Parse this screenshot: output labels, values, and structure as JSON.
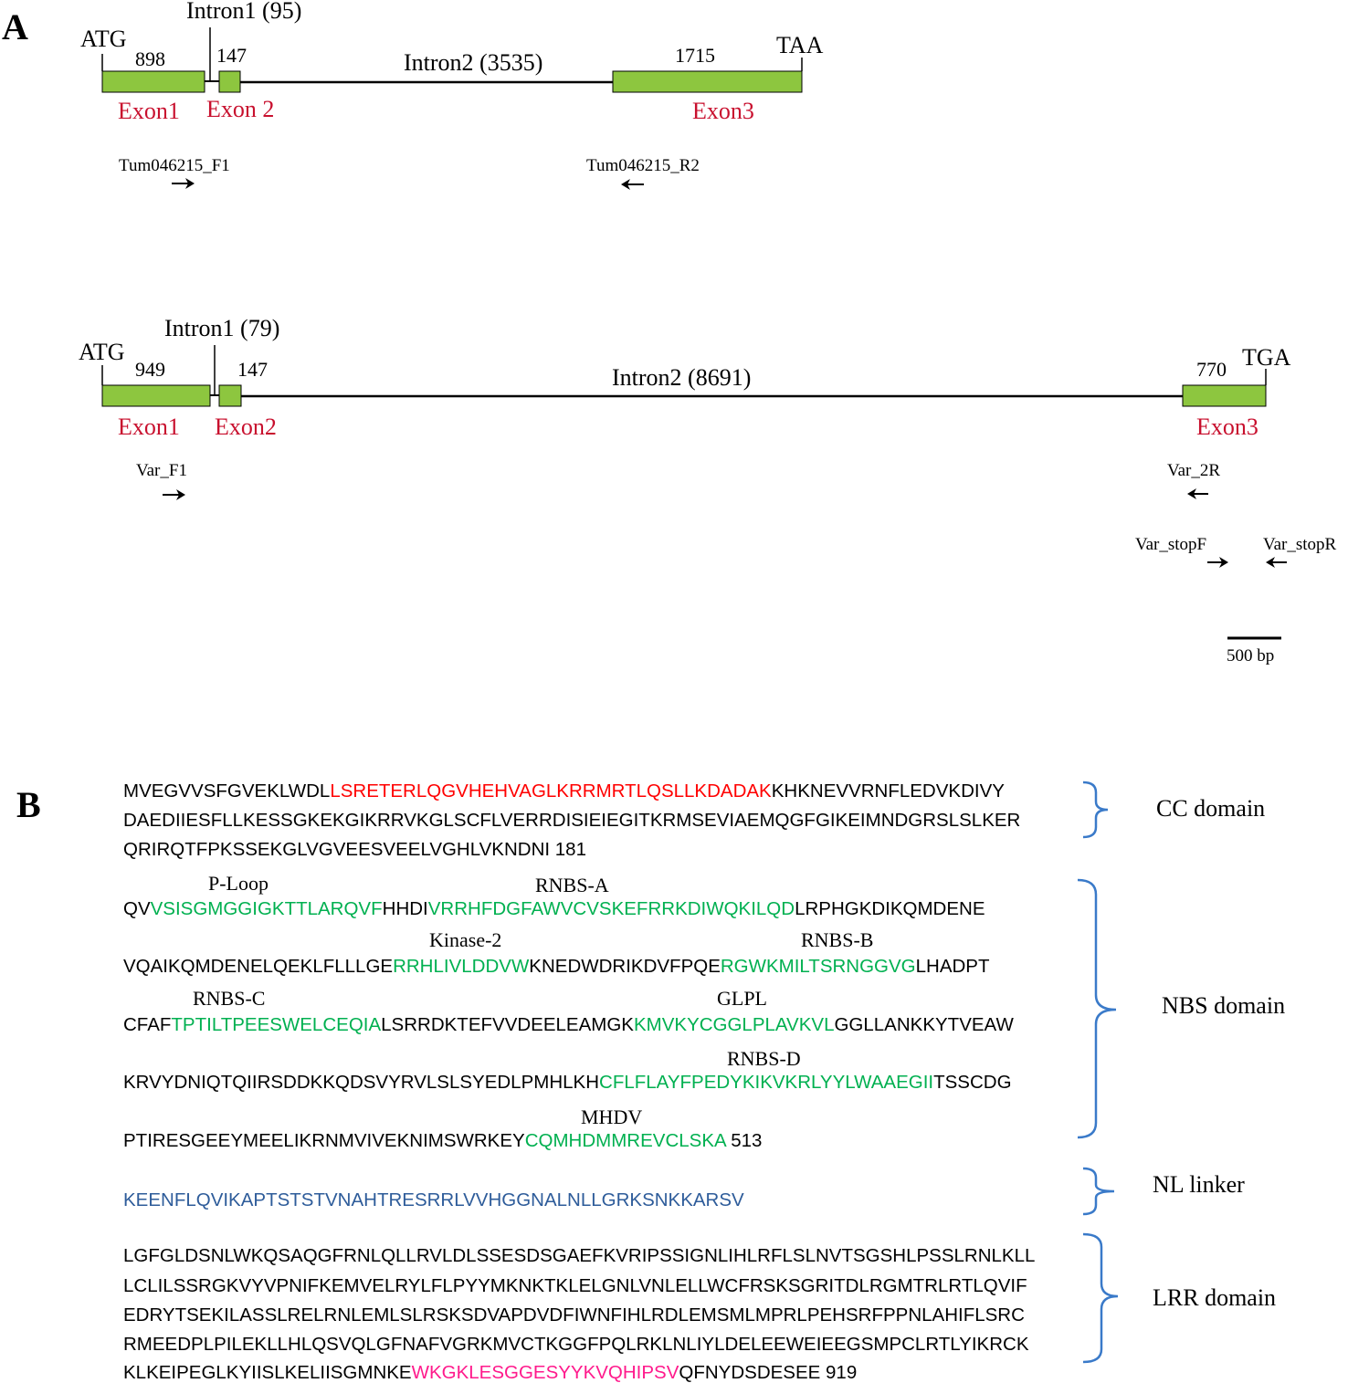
{
  "panel_a": {
    "label": "A",
    "gene1": {
      "start_codon": "ATG",
      "stop_codon": "TAA",
      "exon1": {
        "name": "Exon1",
        "length": "898"
      },
      "exon2": {
        "name": "Exon 2",
        "length": "147"
      },
      "exon3": {
        "name": "Exon3",
        "length": "1715"
      },
      "intron1": "Intron1 (95)",
      "intron2": "Intron2 (3535)",
      "primer_f": "Tum046215_F1",
      "primer_r": "Tum046215_R2"
    },
    "gene2": {
      "start_codon": "ATG",
      "stop_codon": "TGA",
      "exon1": {
        "name": "Exon1",
        "length": "949"
      },
      "exon2": {
        "name": "Exon2",
        "length": "147"
      },
      "exon3": {
        "name": "Exon3",
        "length": "770"
      },
      "intron1": "Intron1 (79)",
      "intron2": "Intron2 (8691)",
      "primer_f": "Var_F1",
      "primer_r": "Var_2R",
      "primer_stop_f": "Var_stopF",
      "primer_stop_r": "Var_stopR"
    },
    "scale_bar": "500 bp",
    "colors": {
      "exon_fill": "#8dc63f",
      "exon_label": "#c8102e"
    }
  },
  "panel_b": {
    "label": "B",
    "colors": {
      "black": "#000000",
      "cc_red": "#ff0000",
      "motif_green": "#00b050",
      "linker_blue": "#2e5c9a",
      "lrr_pink": "#ff1a8c",
      "bracket": "#3a7ac9"
    },
    "domains": {
      "cc": "CC domain",
      "nbs": "NBS domain",
      "nl": "NL linker",
      "lrr": "LRR domain"
    },
    "motifs": {
      "ploop": "P-Loop",
      "rnbsa": "RNBS-A",
      "kinase2": "Kinase-2",
      "rnbsb": "RNBS-B",
      "rnbsc": "RNBS-C",
      "glpl": "GLPL",
      "rnbsd": "RNBS-D",
      "mhdv": "MHDV"
    },
    "lines": {
      "cc1": [
        {
          "t": "MVEGVVSFGVEKLWDL",
          "c": "black"
        },
        {
          "t": "LSRETERLQGVHEHVAGLKRRMRTLQSLLKDADAK",
          "c": "red"
        },
        {
          "t": "KHKNEVVRNFLEDVKDIVY",
          "c": "black"
        }
      ],
      "cc2": [
        {
          "t": "DAEDIIESFLLKESSGKEKGIKRRVKGLSCFLVERRDISIEIEGITKRMSEVIAEMQGFGIKEIMNDGRSLSLKER",
          "c": "black"
        }
      ],
      "cc3": [
        {
          "t": "QRIRQTFPKSSEKGLVGVEESVEELVGHLVKNDNI 181",
          "c": "black"
        }
      ],
      "nbs1": [
        {
          "t": "QV",
          "c": "black"
        },
        {
          "t": "VSISGMGGIGKTTLARQVF",
          "c": "green"
        },
        {
          "t": "HHDI",
          "c": "black"
        },
        {
          "t": "VRRHFDGFAWVCVSKEFRRKDIWQKILQD",
          "c": "green"
        },
        {
          "t": "LRPHGKDIKQMDENE",
          "c": "black"
        }
      ],
      "nbs2": [
        {
          "t": "VQAIKQMDENELQEKLFLLLGE",
          "c": "black"
        },
        {
          "t": "RRHLIVLDDVW",
          "c": "green"
        },
        {
          "t": "KNEDWDRIKDVFPQE",
          "c": "black"
        },
        {
          "t": "RGWKMILTSRNGGVG",
          "c": "green"
        },
        {
          "t": "LHADPT",
          "c": "black"
        }
      ],
      "nbs3": [
        {
          "t": "CFAF",
          "c": "black"
        },
        {
          "t": "TPTILTPEESWELCEQIA",
          "c": "green"
        },
        {
          "t": "LSRRDKTEFVVDEELEAMGK",
          "c": "black"
        },
        {
          "t": "KMVKYCGGLPLAVKVL",
          "c": "green"
        },
        {
          "t": "GGLLANKKYTVEAW",
          "c": "black"
        }
      ],
      "nbs4": [
        {
          "t": "KRVYDNIQTQIIRSDDKKQDSVYRVLSLSYEDLPMHLKH",
          "c": "black"
        },
        {
          "t": "CFLFLAYFPEDYKIKVKRLYYLWAAEGII",
          "c": "green"
        },
        {
          "t": "TSSCDG",
          "c": "black"
        }
      ],
      "nbs5": [
        {
          "t": "PTIRESGEEYMEELIKRNMVIVEKNIMSWRKEY",
          "c": "black"
        },
        {
          "t": "CQMHDMMREVCLSKA",
          "c": "green"
        },
        {
          "t": " 513",
          "c": "black"
        }
      ],
      "nl1": [
        {
          "t": "KEENFLQVIKAPTSTSTVNAHTRESRRLVVHGGNALNLLGRKSNKKARSV",
          "c": "blue"
        }
      ],
      "lrr1": [
        {
          "t": "LGFGLDSNLWKQSAQGFRNLQLLRVLDLSSESDSGAEFKVRIPSSIGNLIHLRFLSLNVTSGSHLPSSLRNLKLL",
          "c": "black"
        }
      ],
      "lrr2": [
        {
          "t": "LCLILSSRGKVYVPNIFKEMVELRYLFLPYYMKNKTKLELGNLVNLELLWCFRSKSGRITDLRGMTRLRTLQVIF",
          "c": "black"
        }
      ],
      "lrr3": [
        {
          "t": "EDRYTSEKILASSLRELRNLEMLSLRSKSDVAPDVDFIWNFIHLRDLEMSMLMPRLPEHSRFPPNLAHIFLSRC",
          "c": "black"
        }
      ],
      "lrr4": [
        {
          "t": "RMEEDPLPILEKLLHLQSVQLGFNAFVGRKMVCTKGGFPQLRKLNLIYLDELEEWEIEEGSMPCLRTLYIKRCK",
          "c": "black"
        }
      ],
      "lrr5": [
        {
          "t": "KLKEIPEGLKYIISLKELIISGMNKE",
          "c": "black"
        },
        {
          "t": "WKGKLESGGESYYKVQHIPSV",
          "c": "pink"
        },
        {
          "t": "QFNYDSDESEE 919",
          "c": "black"
        }
      ]
    }
  }
}
